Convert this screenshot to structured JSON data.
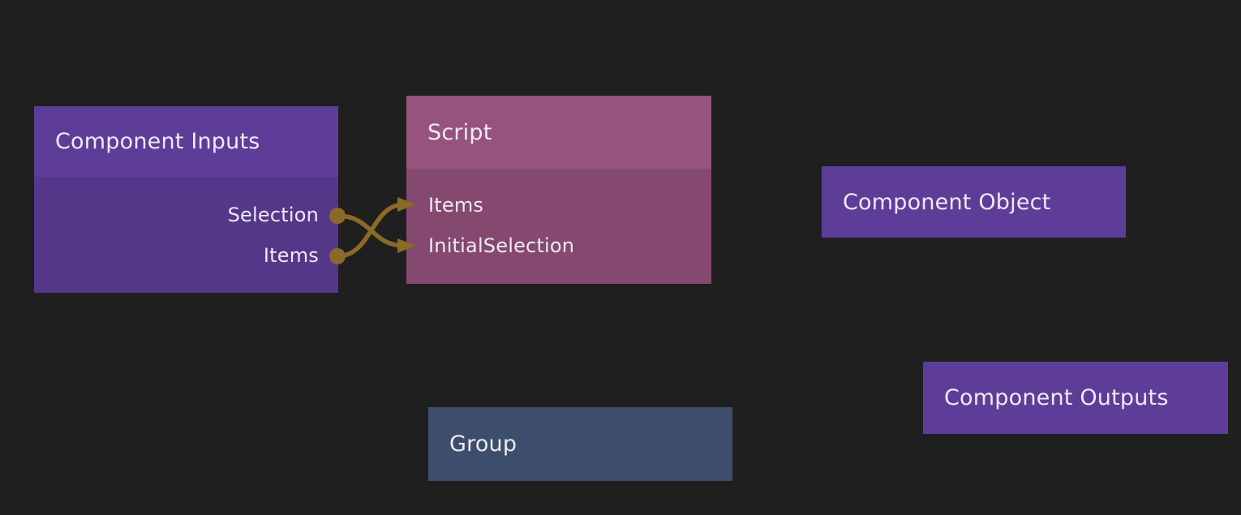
{
  "colors": {
    "background": "#1f1f1f",
    "node_purple_header": "#5e3d99",
    "node_purple_body": "#553789",
    "script_header": "#95537e",
    "script_body": "#85486f",
    "group_blue": "#3c4e6b",
    "wire_gold": "#8a6a26",
    "text_light": "#edeaf3"
  },
  "nodes": {
    "component_inputs": {
      "title": "Component Inputs",
      "outputs": [
        {
          "label": "Selection"
        },
        {
          "label": "Items"
        }
      ]
    },
    "script": {
      "title": "Script",
      "inputs": [
        {
          "label": "Items"
        },
        {
          "label": "InitialSelection"
        }
      ]
    },
    "component_object": {
      "title": "Component Object"
    },
    "component_outputs": {
      "title": "Component Outputs"
    },
    "group": {
      "title": "Group"
    }
  },
  "connections": [
    {
      "from": "Component Inputs.Selection",
      "to": "Script.InitialSelection"
    },
    {
      "from": "Component Inputs.Items",
      "to": "Script.Items"
    }
  ]
}
